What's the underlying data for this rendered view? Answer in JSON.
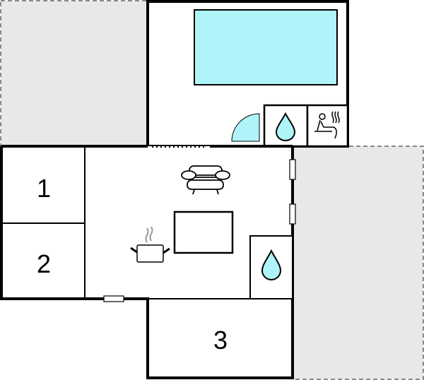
{
  "rooms": {
    "room1": {
      "label": "1"
    },
    "room2": {
      "label": "2"
    },
    "room3": {
      "label": "3"
    }
  },
  "icons": {
    "pool": "pool",
    "shower_top": "water-drop-icon",
    "sauna": "sauna-icon",
    "sofa": "sofa-icon",
    "table": "table",
    "kitchen": "cooking-pot-icon",
    "shower_bottom": "water-drop-icon"
  },
  "colors": {
    "water": "#aef4f8",
    "terrace": "#e8e8e8",
    "wall": "#000000"
  }
}
